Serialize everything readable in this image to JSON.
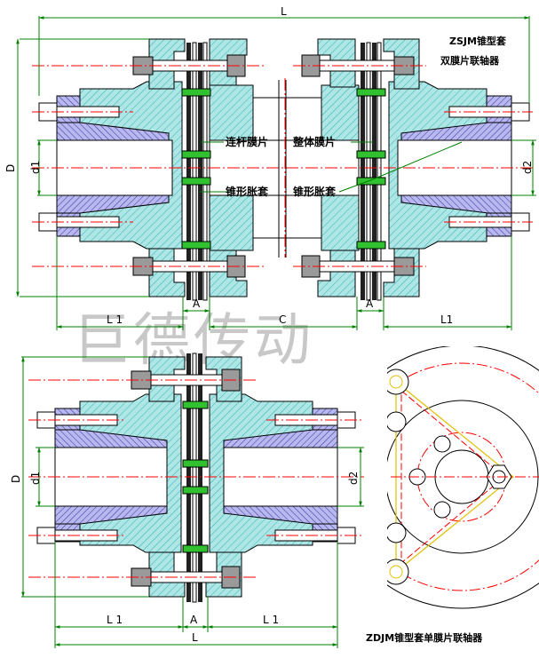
{
  "top_view": {
    "title_line1": "ZSJM锥型套",
    "title_line2": "双膜片联轴器",
    "labels": {
      "L": "L",
      "D": "D",
      "d1": "d1",
      "d2": "d2",
      "L1_left": "L 1",
      "A_left": "A",
      "C": "C",
      "A_right": "A",
      "L1_right": "L1"
    },
    "callouts": {
      "link_diaphragm": "连杆膜片",
      "integral_diaphragm": "整体膜片",
      "taper_sleeve_left": "锥形胀套",
      "taper_sleeve_right": "锥形胀套"
    }
  },
  "bottom_view": {
    "title": "ZDJM锥型套单膜片联轴器",
    "labels": {
      "D": "D",
      "d1": "d1",
      "d2": "d2",
      "L1_left": "L 1",
      "A": "A",
      "L1_right": "L 1",
      "L": "L"
    }
  },
  "watermark": "巨德传动",
  "colors": {
    "hub_fill": "#a8e4e4",
    "hatch": "#2fb0b0",
    "sleeve_fill": "#b0b0e8",
    "sleeve_hatch": "#3030a0",
    "bolt": "#9a9a9a",
    "red_center": "#ff0000",
    "dim_green": "#008000",
    "diaphragm_dark": "#202020",
    "diaphragm_green": "#30c030",
    "yellow": "#e0c000"
  }
}
